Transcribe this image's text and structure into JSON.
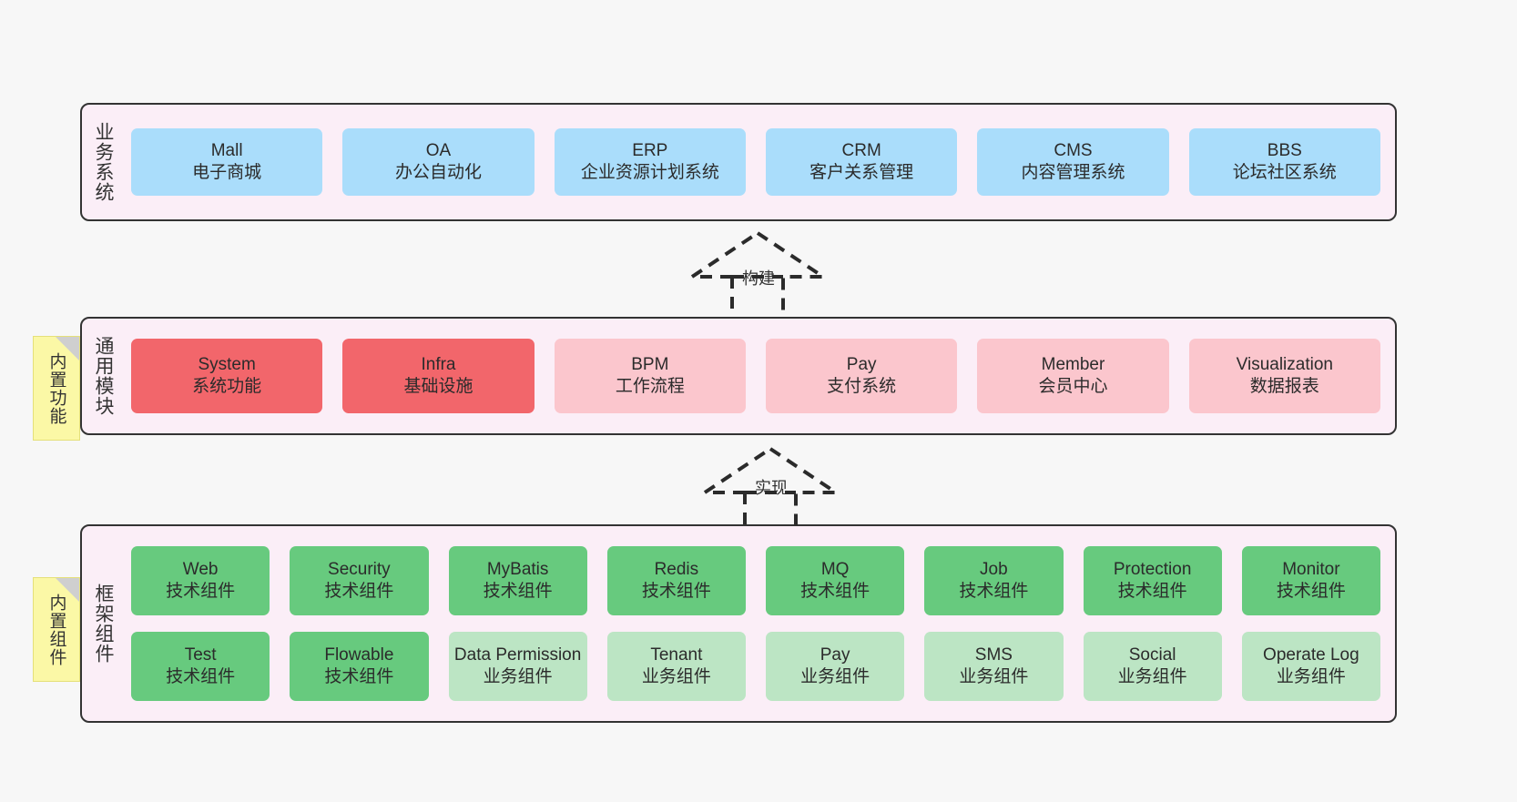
{
  "diagram": {
    "background_color": "#f7f7f7",
    "layer_fill": "#fbeef7",
    "layer_border": "#333333"
  },
  "layers": [
    {
      "id": "business",
      "title": "业务系统",
      "box_color": "#aaddfb",
      "rows": [
        [
          {
            "en": "Mall",
            "cn": "电子商城"
          },
          {
            "en": "OA",
            "cn": "办公自动化"
          },
          {
            "en": "ERP",
            "cn": "企业资源计划系统"
          },
          {
            "en": "CRM",
            "cn": "客户关系管理"
          },
          {
            "en": "CMS",
            "cn": "内容管理系统"
          },
          {
            "en": "BBS",
            "cn": "论坛社区系统"
          }
        ]
      ]
    },
    {
      "id": "module",
      "title": "通用模块",
      "box_color_strong": "#f2666b",
      "box_color_light": "#fbc6cd",
      "rows": [
        [
          {
            "en": "System",
            "cn": "系统功能",
            "tone": "strong"
          },
          {
            "en": "Infra",
            "cn": "基础设施",
            "tone": "strong"
          },
          {
            "en": "BPM",
            "cn": "工作流程",
            "tone": "light"
          },
          {
            "en": "Pay",
            "cn": "支付系统",
            "tone": "light"
          },
          {
            "en": "Member",
            "cn": "会员中心",
            "tone": "light"
          },
          {
            "en": "Visualization",
            "cn": "数据报表",
            "tone": "light"
          }
        ]
      ]
    },
    {
      "id": "framework",
      "title": "框架组件",
      "box_color_strong": "#67ca7e",
      "box_color_light": "#bce5c4",
      "rows": [
        [
          {
            "en": "Web",
            "cn": "技术组件",
            "tone": "strong"
          },
          {
            "en": "Security",
            "cn": "技术组件",
            "tone": "strong"
          },
          {
            "en": "MyBatis",
            "cn": "技术组件",
            "tone": "strong"
          },
          {
            "en": "Redis",
            "cn": "技术组件",
            "tone": "strong"
          },
          {
            "en": "MQ",
            "cn": "技术组件",
            "tone": "strong"
          },
          {
            "en": "Job",
            "cn": "技术组件",
            "tone": "strong"
          },
          {
            "en": "Protection",
            "cn": "技术组件",
            "tone": "strong"
          },
          {
            "en": "Monitor",
            "cn": "技术组件",
            "tone": "strong"
          }
        ],
        [
          {
            "en": "Test",
            "cn": "技术组件",
            "tone": "strong"
          },
          {
            "en": "Flowable",
            "cn": "技术组件",
            "tone": "strong"
          },
          {
            "en": "Data Permission",
            "cn": "业务组件",
            "tone": "light",
            "wrap": true
          },
          {
            "en": "Tenant",
            "cn": "业务组件",
            "tone": "light"
          },
          {
            "en": "Pay",
            "cn": "业务组件",
            "tone": "light"
          },
          {
            "en": "SMS",
            "cn": "业务组件",
            "tone": "light"
          },
          {
            "en": "Social",
            "cn": "业务组件",
            "tone": "light"
          },
          {
            "en": "Operate Log",
            "cn": "业务组件",
            "tone": "light"
          }
        ]
      ]
    }
  ],
  "notes": [
    {
      "id": "builtin-func",
      "text": "内置功能",
      "color": "#fbf8a6"
    },
    {
      "id": "builtin-comp",
      "text": "内置组件",
      "color": "#fbf8a6"
    }
  ],
  "arrows": [
    {
      "id": "build",
      "label": "构建",
      "style": "dashed-hollow-up"
    },
    {
      "id": "impl",
      "label": "实现",
      "style": "dashed-hollow-up"
    }
  ]
}
